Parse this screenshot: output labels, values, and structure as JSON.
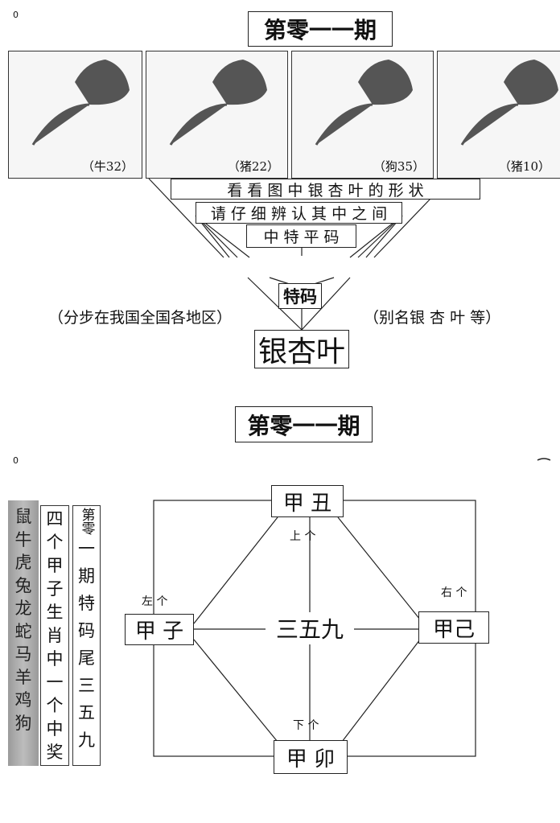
{
  "top": {
    "corner_mark": "0",
    "title": "第零一一期",
    "panels": [
      {
        "label": "（牛32）",
        "icon": "ginkgo-leaf"
      },
      {
        "label": "（猪22）",
        "icon": "ginkgo-leaf"
      },
      {
        "label": "（狗35）",
        "icon": "ginkgo-leaf"
      },
      {
        "label": "（猪10）",
        "icon": "ginkgo-leaf"
      }
    ],
    "line1": "看 看 图 中 银 杏 叶 的 形 状",
    "line2": "请 仔 细 辨 认 其 中 之 间",
    "line3": "中 特 平 码",
    "special": "特码",
    "left_note": "（分步在我国全国各地区）",
    "right_note": "（别名银 杏 叶 等）",
    "answer": "银杏叶"
  },
  "bottom": {
    "title": "第零一一期",
    "corner_mark": "0",
    "zodiac_column": [
      "鼠",
      "牛",
      "虎",
      "兔",
      "龙",
      "蛇",
      "马",
      "羊",
      "鸡",
      "狗"
    ],
    "hint_column": [
      "四",
      "个",
      "甲",
      "子",
      "生",
      "肖",
      "中",
      "一",
      "个",
      "中",
      "奖"
    ],
    "tail_column": [
      "第零",
      "一",
      "期",
      "特",
      "码",
      "尾",
      "三",
      "五",
      "九"
    ],
    "diagram": {
      "top": "甲 丑",
      "left": "甲 子",
      "center": "三五九",
      "right": "甲己",
      "bottom": "甲 卯",
      "top_label": "上 个",
      "left_label": "左 个",
      "right_label": "右 个",
      "bottom_label": "下 个"
    }
  }
}
